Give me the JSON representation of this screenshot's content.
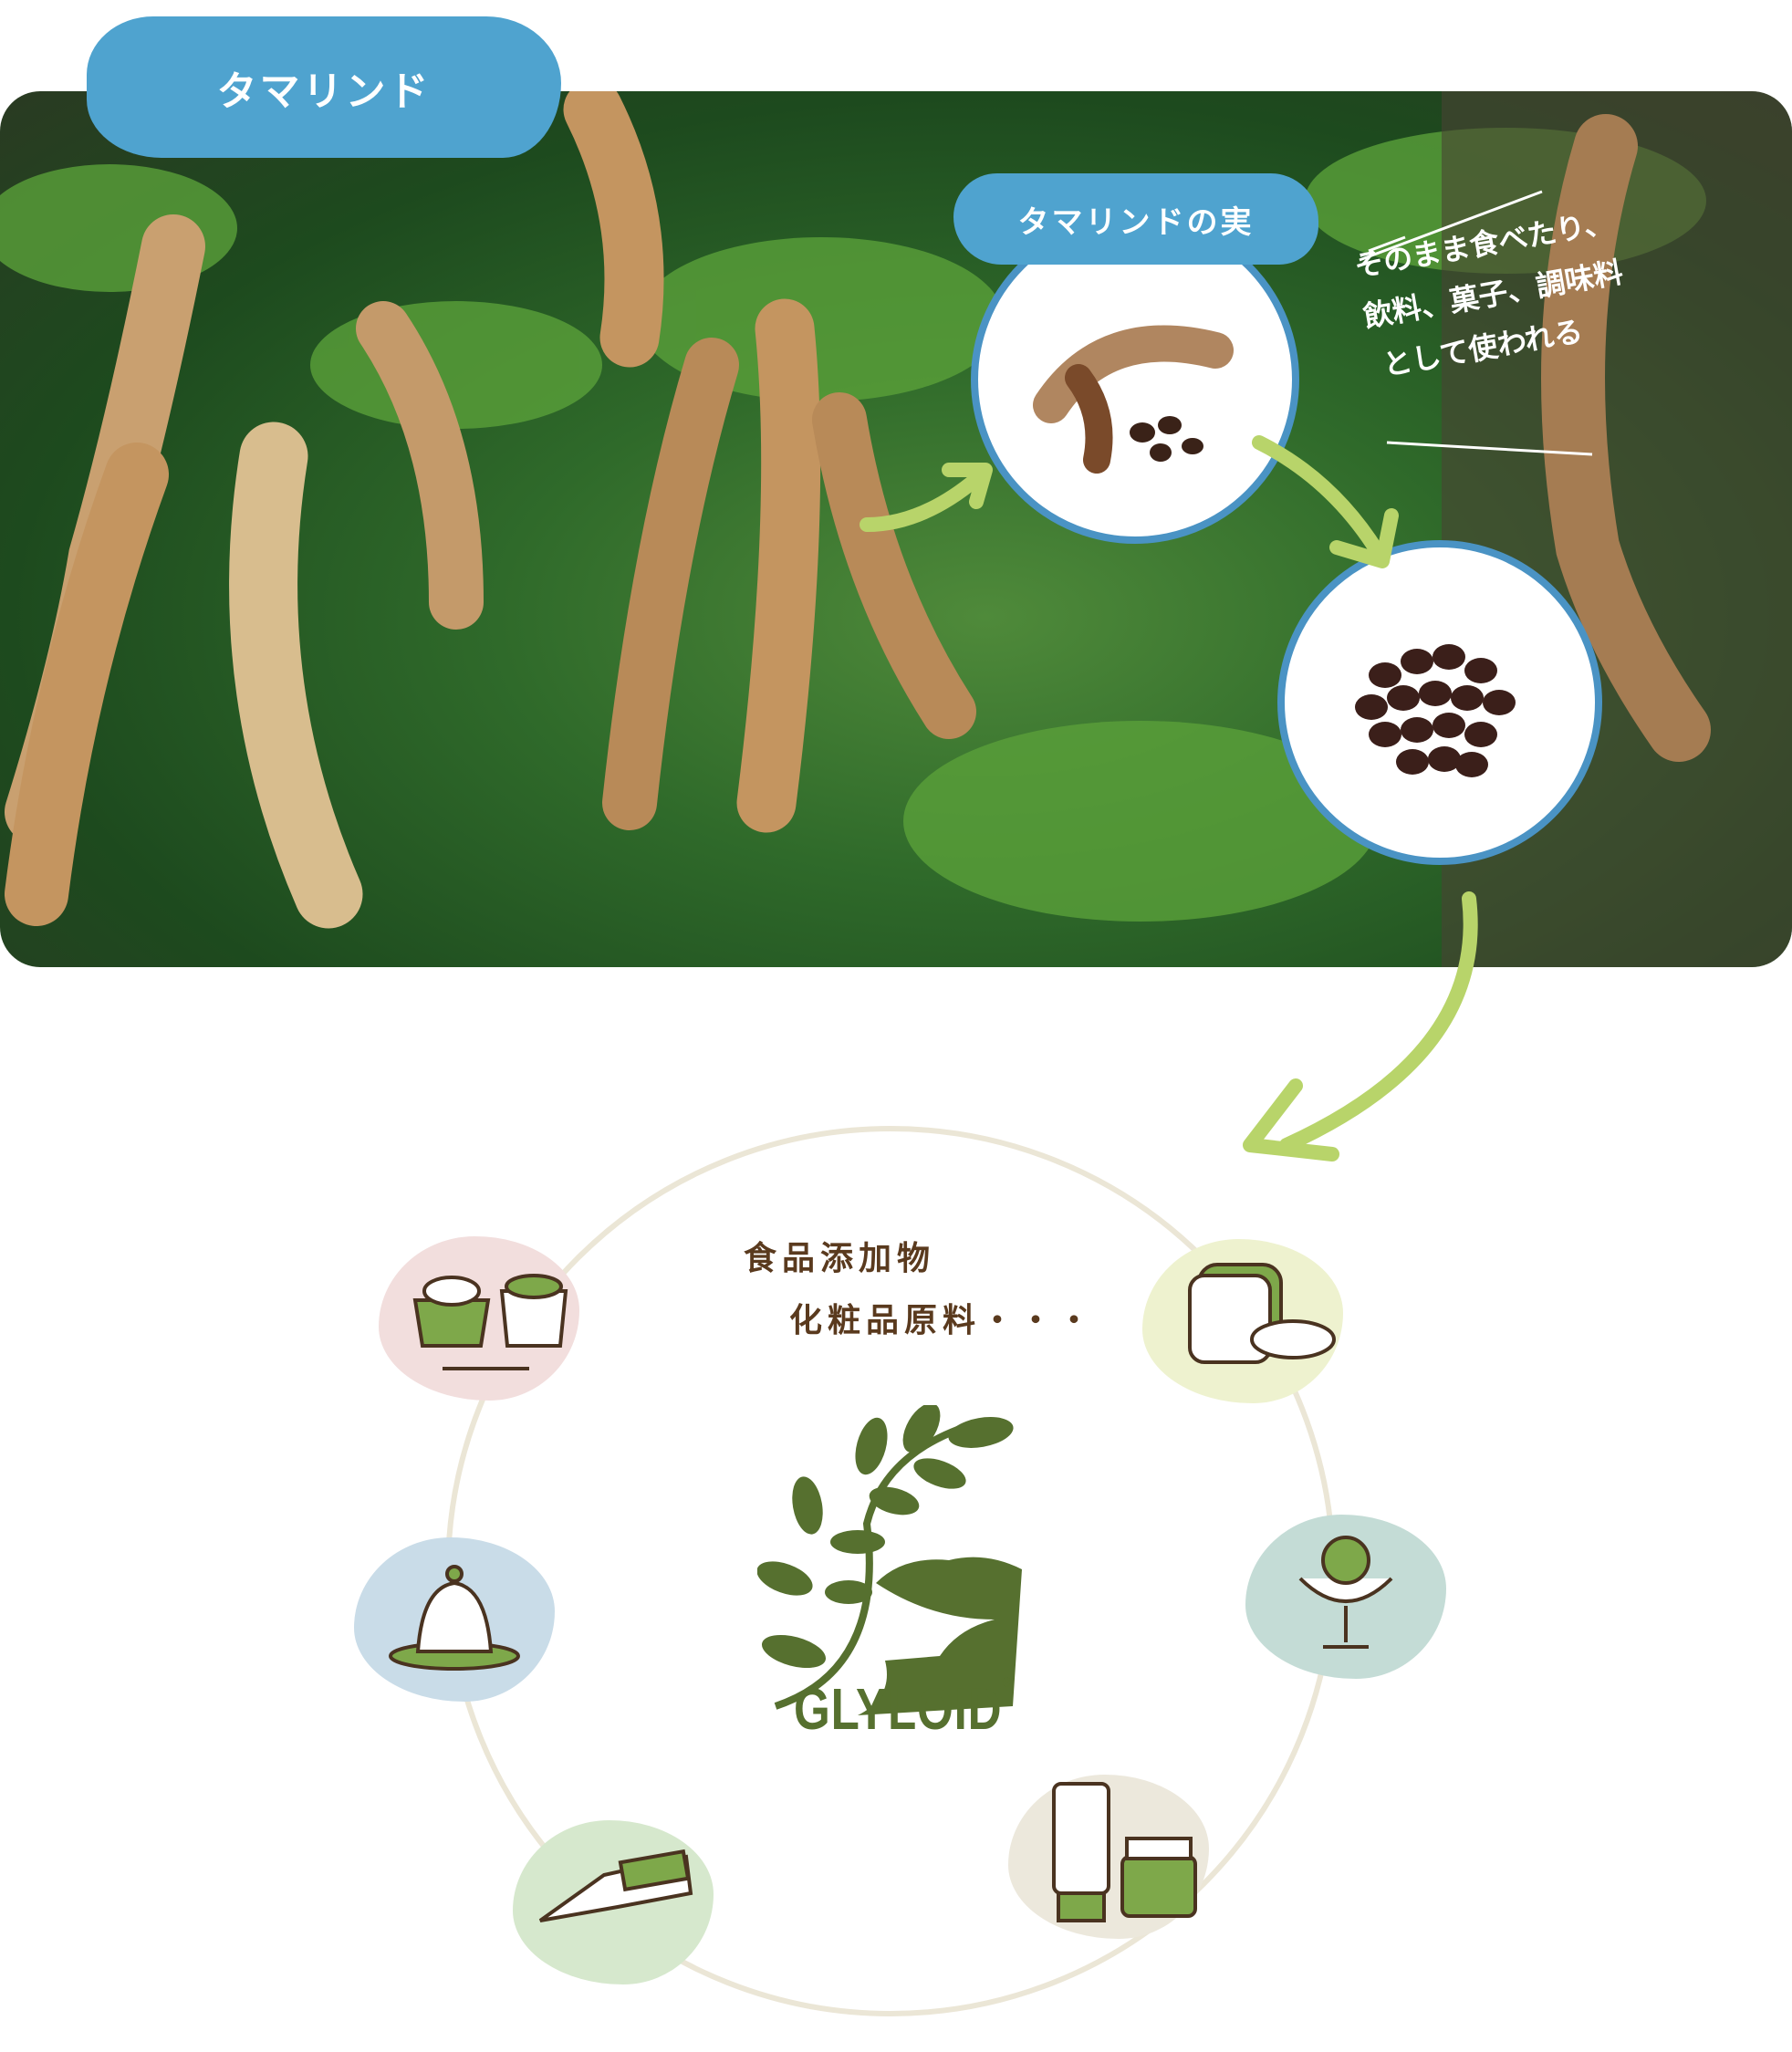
{
  "header": {
    "title": "タマリンド"
  },
  "fruit": {
    "label": "タマリンドの実"
  },
  "note": {
    "lines": [
      "そのまま食べたり、",
      "飲料、菓子、調味料",
      "として使われる"
    ]
  },
  "uses": {
    "line1": "食品添加物",
    "line2": "化粧品原料・・・"
  },
  "logo": {
    "name": "GLYLOID",
    "mark": "®"
  },
  "icons": [
    "dessert-cups-icon",
    "bread-icon",
    "pudding-icon",
    "parfait-icon",
    "hand-cream-icon",
    "cosmetics-icon"
  ],
  "colors": {
    "label_blue": "#4fa3cf",
    "arrow_green": "#b8d46a",
    "logo_green": "#56702f",
    "text_brown": "#5a3a1e"
  }
}
